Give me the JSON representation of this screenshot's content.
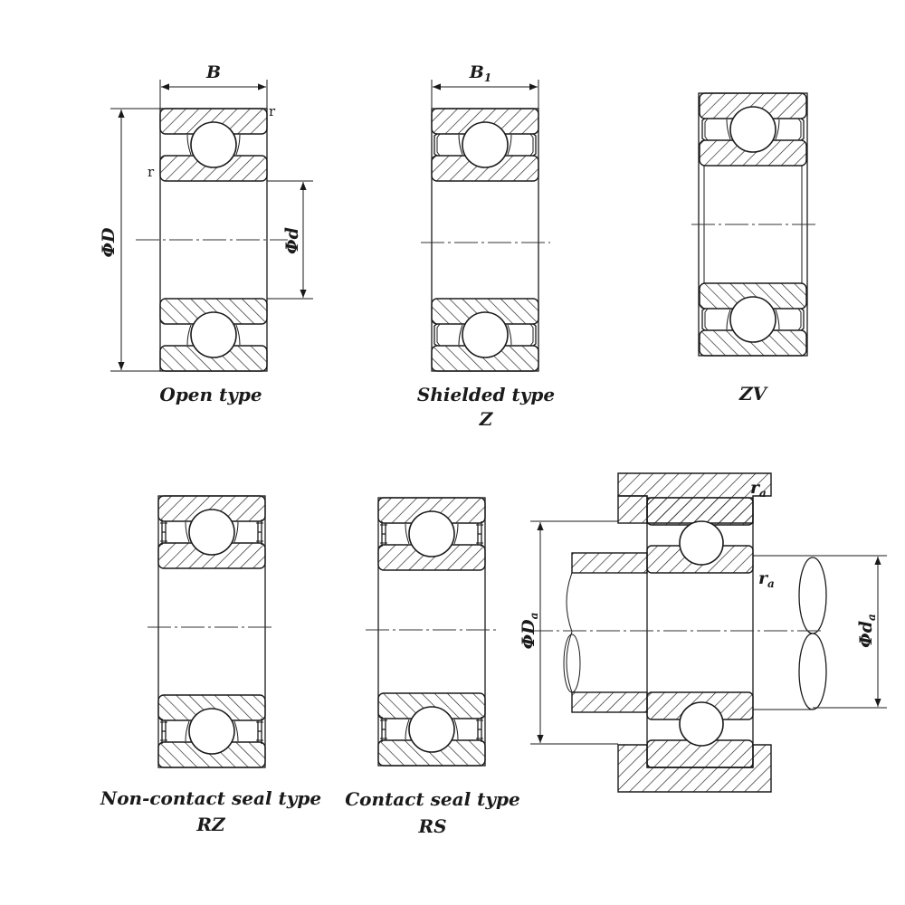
{
  "figures": {
    "open": {
      "caption": "Open type",
      "dim_width": "B",
      "dim_outer": "ΦD",
      "dim_bore": "Φd",
      "fillet": "r"
    },
    "shielded": {
      "caption": "Shielded type",
      "code": "Z",
      "dim_width": "B",
      "dim_width_sub": "1"
    },
    "zv": {
      "caption": "ZV"
    },
    "non_contact": {
      "caption": "Non-contact seal type",
      "code": "RZ"
    },
    "contact": {
      "caption": "Contact seal type",
      "code": "RS"
    },
    "mounting": {
      "housing_dia": "ΦD",
      "shaft_dia": "Φd",
      "sub": "a",
      "fillet": "r"
    }
  }
}
